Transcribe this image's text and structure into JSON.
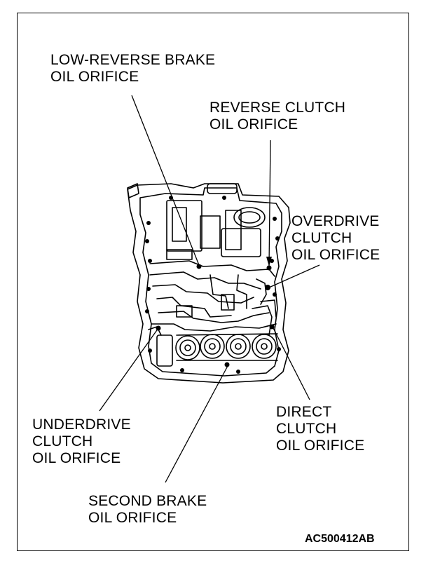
{
  "labels": {
    "low_reverse": [
      "LOW-REVERSE BRAKE",
      "OIL ORIFICE"
    ],
    "reverse_clutch": [
      "REVERSE CLUTCH",
      "OIL ORIFICE"
    ],
    "overdrive": [
      "OVERDRIVE",
      "CLUTCH",
      "OIL ORIFICE"
    ],
    "underdrive": [
      "UNDERDRIVE",
      "CLUTCH",
      "OIL ORIFICE"
    ],
    "direct": [
      "DIRECT",
      "CLUTCH",
      "OIL ORIFICE"
    ],
    "second_brake": [
      "SECOND BRAKE",
      "OIL ORIFICE"
    ]
  },
  "figure_code": "AC500412AB"
}
